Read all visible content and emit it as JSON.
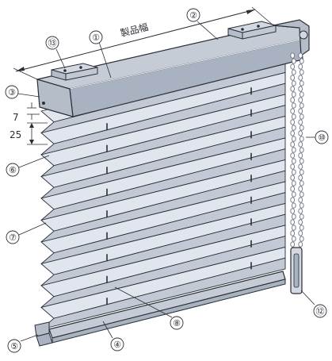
{
  "diagram": {
    "width_label": "製品幅",
    "dimension_top": "7",
    "dimension_pitch": "25",
    "callouts": [
      {
        "id": "c1",
        "label": "①"
      },
      {
        "id": "c2",
        "label": "②"
      },
      {
        "id": "c3",
        "label": "③"
      },
      {
        "id": "c4",
        "label": "④"
      },
      {
        "id": "c5",
        "label": "⑤"
      },
      {
        "id": "c6",
        "label": "⑥"
      },
      {
        "id": "c7",
        "label": "⑦"
      },
      {
        "id": "c8",
        "label": "⑧"
      },
      {
        "id": "c10",
        "label": "⑩"
      },
      {
        "id": "c12",
        "label": "⑫"
      },
      {
        "id": "c13",
        "label": "⑬"
      }
    ],
    "colors": {
      "outline": "#2a2f36",
      "rail_top": "#c5ccd6",
      "rail_front": "#a9b2c0",
      "fabric_light": "#e1e6ee",
      "fabric_dark": "#c2c9d4",
      "chain": "#6b7280"
    }
  }
}
